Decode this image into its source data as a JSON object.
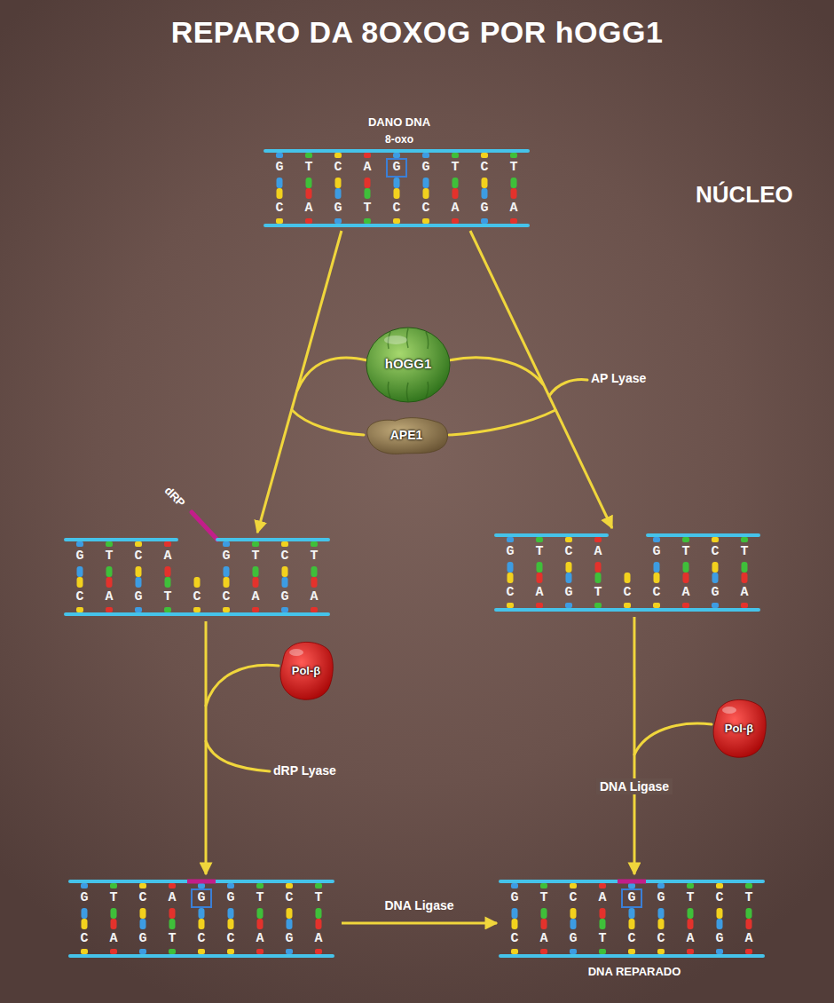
{
  "diagram": {
    "title": "REPARO DA 8OXOG POR hOGG1",
    "nodes": [
      {
        "text": [
          "DANO DNA",
          "8-oxo",
          "G T C A G G T C T",
          "C A G T C C A G A"
        ]
      },
      {
        "text": [
          "hOGG1"
        ]
      },
      {
        "text": [
          "APE1"
        ]
      },
      {
        "text": [
          "G T C A",
          "G T C T",
          "C A G T C C A G A"
        ]
      },
      {
        "text": [
          "G T C A",
          "G T C T",
          "C A G T C C A G A"
        ]
      },
      {
        "text": [
          "Pol-β"
        ]
      },
      {
        "text": [
          "Pol-β"
        ]
      },
      {
        "text": [
          "G T C A G G T C T",
          "C A G T C C A G A"
        ]
      },
      {
        "text": [
          "G T C A G G T C T",
          "C A G T C C A G A",
          "DNA REPARADO"
        ]
      }
    ],
    "edges": [
      {
        "from": 0,
        "to": 3,
        "arrow": "to"
      },
      {
        "from": 0,
        "to": 4,
        "arrow": "to"
      },
      {
        "from": 3,
        "to": 7,
        "arrow": "to"
      },
      {
        "from": 4,
        "to": 8,
        "arrow": "to",
        "label": "DNA Ligase"
      },
      {
        "from": 7,
        "to": 8,
        "arrow": "to",
        "label": "DNA Ligase"
      }
    ],
    "labels": [
      "NÚCLEO",
      "AP Lyase",
      "dRP",
      "dRP Lyase"
    ]
  }
}
